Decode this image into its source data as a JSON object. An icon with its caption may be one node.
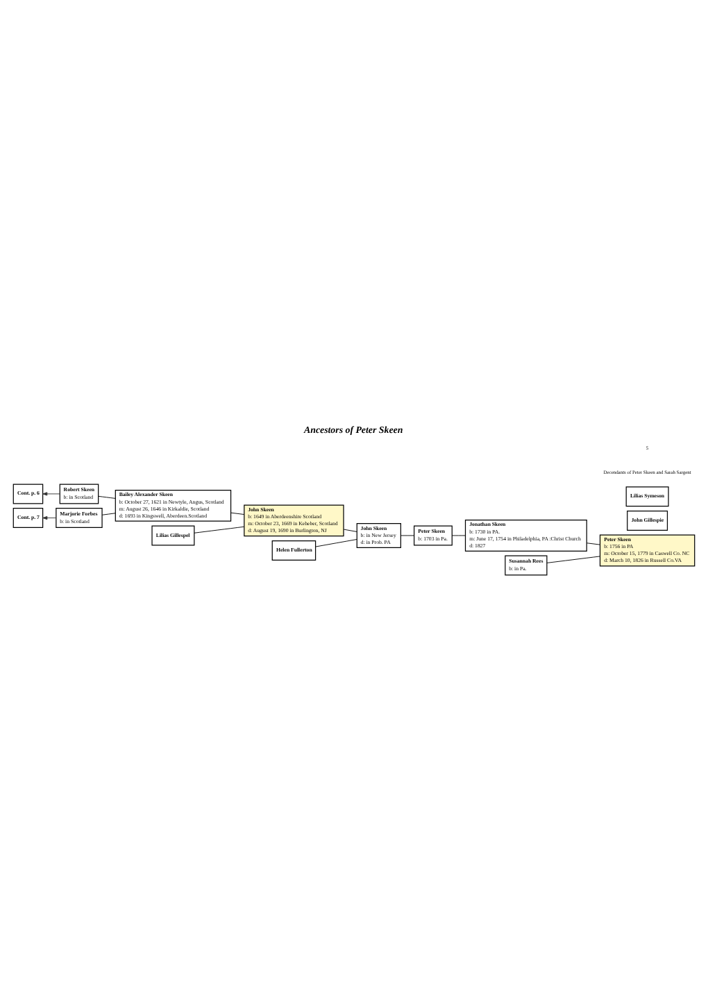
{
  "diagram": {
    "title": "Ancestors of Peter Skeen",
    "nodes": [
      {
        "text": [
          "Robert Skeen",
          "b: in Scotland"
        ]
      },
      {
        "text": [
          "Cont. p. 6"
        ]
      },
      {
        "text": [
          "Bailey Alexander Skeen",
          "b: October 27, 1621 in Newtyle, Angus, Scotland",
          "m: August 26, 1646 in Kirkaldie, Scotland",
          "d: 1693 in Kingswell, Aberdeen.Scotland"
        ]
      },
      {
        "text": [
          "Marjorie Forbes",
          "b: in Scotland"
        ]
      },
      {
        "text": [
          "Cont. p. 7"
        ]
      },
      {
        "text": [
          "John Skeen",
          "b: 1649 in Aberdeenshire Scotland",
          "m: October 23, 1669 in Keheber, Scotland",
          "d: August 19, 1690 in Burlington, NJ"
        ]
      },
      {
        "text": [
          "John Gillespie"
        ]
      },
      {
        "text": [
          "Lilias Gillespel"
        ]
      },
      {
        "text": [
          "Lilias Symeson"
        ]
      },
      {
        "text": [
          "John Skeen",
          "b: in New Jersey",
          "d: in Prob. PA"
        ]
      },
      {
        "text": [
          "Helen Fullerton"
        ]
      },
      {
        "text": [
          "Peter Skeen",
          "b: 1703 in Pa."
        ]
      },
      {
        "text": [
          "Jonathan Skeen",
          "b: 1730 in PA.",
          "m: June 17, 1754 in Philadelphia, PA :Christ Church",
          "d: 1827"
        ]
      },
      {
        "text": [
          "Peter Skeen",
          "b: 1756 in PA",
          "m: October 15, 1779 in Caswell Co. NC",
          "d: March 10, 1826 in Russell Co.VA"
        ]
      },
      {
        "text": [
          "Susannah Rees",
          "b: in Pa."
        ]
      }
    ],
    "edges": [
      {
        "from": 0,
        "to": 1,
        "arrow": "to"
      },
      {
        "from": 2,
        "to": 0,
        "arrow": "none"
      },
      {
        "from": 2,
        "to": 3,
        "arrow": "none"
      },
      {
        "from": 3,
        "to": 4,
        "arrow": "to"
      },
      {
        "from": 5,
        "to": 2,
        "arrow": "none"
      },
      {
        "from": 5,
        "to": 7,
        "arrow": "none"
      },
      {
        "from": 9,
        "to": 5,
        "arrow": "none"
      },
      {
        "from": 9,
        "to": 10,
        "arrow": "none"
      },
      {
        "from": 11,
        "to": 9,
        "arrow": "none"
      },
      {
        "from": 12,
        "to": 11,
        "arrow": "none"
      },
      {
        "from": 13,
        "to": 12,
        "arrow": "none"
      },
      {
        "from": 13,
        "to": 14,
        "arrow": "none"
      }
    ],
    "labels": [
      "Decendants of Peter Skeen and Sarah Sargent",
      "5"
    ]
  }
}
